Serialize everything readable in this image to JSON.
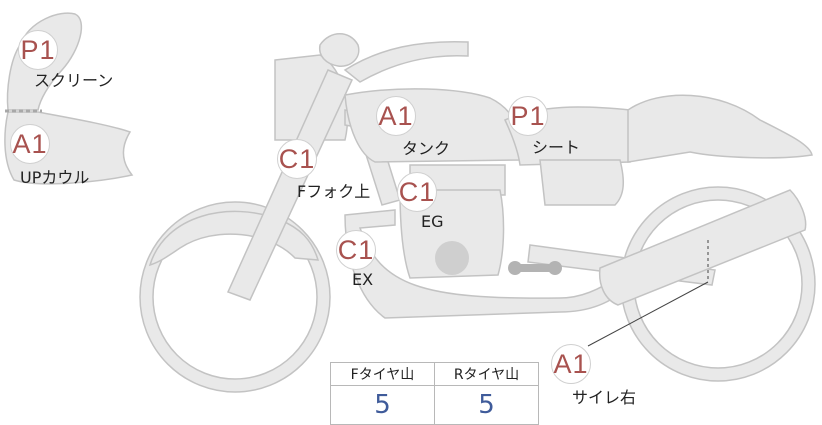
{
  "parts": {
    "screen": {
      "grade": "P1",
      "label": "スクリーン"
    },
    "upper_cowl": {
      "grade": "A1",
      "label": "UPカウル"
    },
    "tank": {
      "grade": "A1",
      "label": "タンク"
    },
    "seat": {
      "grade": "P1",
      "label": "シート"
    },
    "fork": {
      "grade": "C1",
      "label": "Fフォク上"
    },
    "engine": {
      "grade": "C1",
      "label": "EG"
    },
    "exhaust": {
      "grade": "C1",
      "label": "EX"
    },
    "muffler": {
      "grade": "A1",
      "label": "サイレ右"
    }
  },
  "tire_tread": {
    "front_label": "Fタイヤ山",
    "rear_label": "Rタイヤ山",
    "front_value": "5",
    "rear_value": "5"
  },
  "colors": {
    "grade_text": "#a8524f",
    "tread_value": "#3f5b9a",
    "part_fill": "#e9e9e9",
    "part_stroke": "#c3c3c3"
  }
}
